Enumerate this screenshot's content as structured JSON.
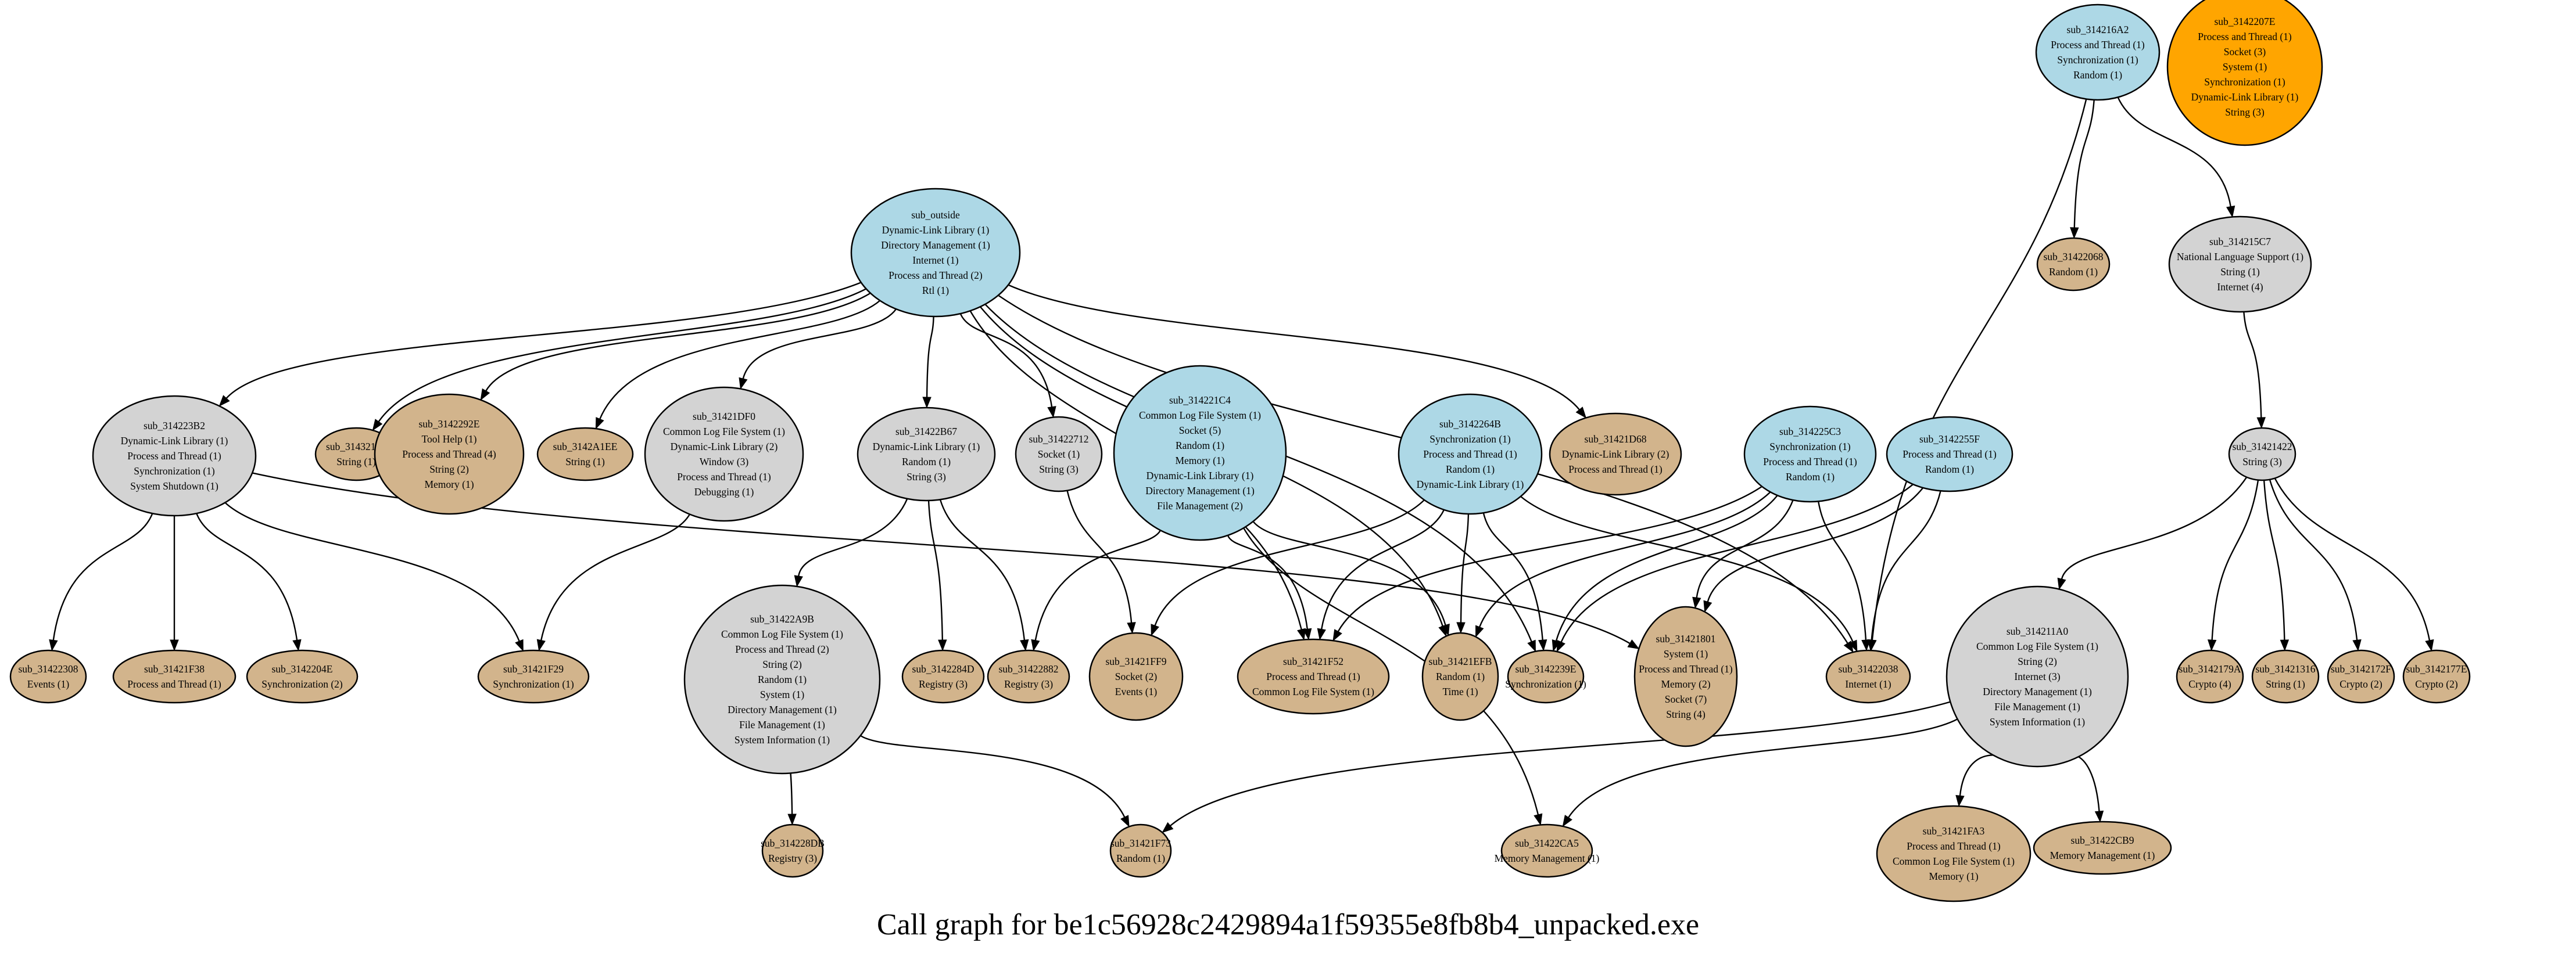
{
  "title": "Call graph for be1c56928c2429894a1f59355e8fb8b4_unpacked.exe",
  "colors": {
    "entry": "#add8e6",
    "internal": "#d3d3d3",
    "leaf": "#d2b48c",
    "isolated": "#ffa500",
    "edge": "#000000",
    "background": "#ffffff"
  },
  "nodes": [
    {
      "id": "sub_outside",
      "kind": "entry",
      "lines": [
        "Dynamic-Link Library (1)",
        "Directory Management (1)",
        "Internet (1)",
        "Process and Thread (2)",
        "Rtl (1)"
      ]
    },
    {
      "id": "sub_314223B2",
      "kind": "internal",
      "lines": [
        "Dynamic-Link Library (1)",
        "Process and Thread (1)",
        "Synchronization (1)",
        "System Shutdown (1)"
      ]
    },
    {
      "id": "sub_314321F3",
      "kind": "leaf",
      "lines": [
        "String (1)"
      ]
    },
    {
      "id": "sub_3142292E",
      "kind": "leaf",
      "lines": [
        "Tool Help (1)",
        "Process and Thread (4)",
        "String (2)",
        "Memory (1)"
      ]
    },
    {
      "id": "sub_3142A1EE",
      "kind": "leaf",
      "lines": [
        "String (1)"
      ]
    },
    {
      "id": "sub_31421DF0",
      "kind": "internal",
      "lines": [
        "Common Log File System (1)",
        "Dynamic-Link Library (2)",
        "Window (3)",
        "Process and Thread (1)",
        "Debugging (1)"
      ]
    },
    {
      "id": "sub_31422B67",
      "kind": "internal",
      "lines": [
        "Dynamic-Link Library (1)",
        "Random (1)",
        "String (3)"
      ]
    },
    {
      "id": "sub_31422712",
      "kind": "internal",
      "lines": [
        "Socket (1)",
        "String (3)"
      ]
    },
    {
      "id": "sub_314221C4",
      "kind": "entry",
      "lines": [
        "Common Log File System (1)",
        "Socket (5)",
        "Random (1)",
        "Memory (1)",
        "Dynamic-Link Library (1)",
        "Directory Management (1)",
        "File Management (2)"
      ]
    },
    {
      "id": "sub_3142264B",
      "kind": "entry",
      "lines": [
        "Synchronization (1)",
        "Process and Thread (1)",
        "Random (1)",
        "Dynamic-Link Library (1)"
      ]
    },
    {
      "id": "sub_31421D68",
      "kind": "leaf",
      "lines": [
        "Dynamic-Link Library (2)",
        "Process and Thread (1)"
      ]
    },
    {
      "id": "sub_314225C3",
      "kind": "entry",
      "lines": [
        "Synchronization (1)",
        "Process and Thread (1)",
        "Random (1)"
      ]
    },
    {
      "id": "sub_3142255F",
      "kind": "entry",
      "lines": [
        "Process and Thread (1)",
        "Random (1)"
      ]
    },
    {
      "id": "sub_314216A2",
      "kind": "entry",
      "lines": [
        "Process and Thread (1)",
        "Synchronization (1)",
        "Random (1)"
      ]
    },
    {
      "id": "sub_3142207E",
      "kind": "isolated",
      "lines": [
        "Process and Thread (1)",
        "Socket (3)",
        "System (1)",
        "Synchronization (1)",
        "Dynamic-Link Library (1)",
        "String (3)"
      ]
    },
    {
      "id": "sub_31422068",
      "kind": "leaf",
      "lines": [
        "Random (1)"
      ]
    },
    {
      "id": "sub_314215C7",
      "kind": "internal",
      "lines": [
        "National Language Support (1)",
        "String (1)",
        "Internet (4)"
      ]
    },
    {
      "id": "sub_31421422",
      "kind": "internal",
      "lines": [
        "String (3)"
      ]
    },
    {
      "id": "sub_31422308",
      "kind": "leaf",
      "lines": [
        "Events (1)"
      ]
    },
    {
      "id": "sub_31421F38",
      "kind": "leaf",
      "lines": [
        "Process and Thread (1)"
      ]
    },
    {
      "id": "sub_3142204E",
      "kind": "leaf",
      "lines": [
        "Synchronization (2)"
      ]
    },
    {
      "id": "sub_31421F29",
      "kind": "leaf",
      "lines": [
        "Synchronization (1)"
      ]
    },
    {
      "id": "sub_31422A9B",
      "kind": "internal",
      "lines": [
        "Common Log File System (1)",
        "Process and Thread (2)",
        "String (2)",
        "Random (1)",
        "System (1)",
        "Directory Management (1)",
        "File Management (1)",
        "System Information (1)"
      ]
    },
    {
      "id": "sub_3142284D",
      "kind": "leaf",
      "lines": [
        "Registry (3)"
      ]
    },
    {
      "id": "sub_31422882",
      "kind": "leaf",
      "lines": [
        "Registry (3)"
      ]
    },
    {
      "id": "sub_31421FF9",
      "kind": "leaf",
      "lines": [
        "Socket (2)",
        "Events (1)"
      ]
    },
    {
      "id": "sub_31421F52",
      "kind": "leaf",
      "lines": [
        "Process and Thread (1)",
        "Common Log File System (1)"
      ]
    },
    {
      "id": "sub_31421EFB",
      "kind": "leaf",
      "lines": [
        "Random (1)",
        "Time (1)"
      ]
    },
    {
      "id": "sub_3142239E",
      "kind": "leaf",
      "lines": [
        "Synchronization (1)"
      ]
    },
    {
      "id": "sub_31421801",
      "kind": "leaf",
      "lines": [
        "System (1)",
        "Process and Thread (1)",
        "Memory (2)",
        "Socket (7)",
        "String (4)"
      ]
    },
    {
      "id": "sub_31422038",
      "kind": "leaf",
      "lines": [
        "Internet (1)"
      ]
    },
    {
      "id": "sub_314211A0",
      "kind": "internal",
      "lines": [
        "Common Log File System (1)",
        "String (2)",
        "Internet (3)",
        "Directory Management (1)",
        "File Management (1)",
        "System Information (1)"
      ]
    },
    {
      "id": "sub_3142179A",
      "kind": "leaf",
      "lines": [
        "Crypto (4)"
      ]
    },
    {
      "id": "sub_31421316",
      "kind": "leaf",
      "lines": [
        "String (1)"
      ]
    },
    {
      "id": "sub_3142172F",
      "kind": "leaf",
      "lines": [
        "Crypto (2)"
      ]
    },
    {
      "id": "sub_3142177E",
      "kind": "leaf",
      "lines": [
        "Crypto (2)"
      ]
    },
    {
      "id": "sub_314228DB",
      "kind": "leaf",
      "lines": [
        "Registry (3)"
      ]
    },
    {
      "id": "sub_31421F73",
      "kind": "leaf",
      "lines": [
        "Random (1)"
      ]
    },
    {
      "id": "sub_31422CA5",
      "kind": "leaf",
      "lines": [
        "Memory Management (1)"
      ]
    },
    {
      "id": "sub_31421FA3",
      "kind": "leaf",
      "lines": [
        "Process and Thread (1)",
        "Common Log File System (1)",
        "Memory (1)"
      ]
    },
    {
      "id": "sub_31422CB9",
      "kind": "leaf",
      "lines": [
        "Memory Management (1)"
      ]
    }
  ],
  "edges": [
    [
      "sub_outside",
      "sub_314223B2"
    ],
    [
      "sub_outside",
      "sub_314321F3"
    ],
    [
      "sub_outside",
      "sub_3142292E"
    ],
    [
      "sub_outside",
      "sub_3142A1EE"
    ],
    [
      "sub_outside",
      "sub_31421DF0"
    ],
    [
      "sub_outside",
      "sub_31422B67"
    ],
    [
      "sub_outside",
      "sub_31422712"
    ],
    [
      "sub_outside",
      "sub_31421F52"
    ],
    [
      "sub_outside",
      "sub_31421EFB"
    ],
    [
      "sub_outside",
      "sub_3142239E"
    ],
    [
      "sub_outside",
      "sub_31421D68"
    ],
    [
      "sub_outside",
      "sub_31422038"
    ],
    [
      "sub_314223B2",
      "sub_31422308"
    ],
    [
      "sub_314223B2",
      "sub_31421F38"
    ],
    [
      "sub_314223B2",
      "sub_3142204E"
    ],
    [
      "sub_314223B2",
      "sub_31421F29"
    ],
    [
      "sub_314223B2",
      "sub_31421801"
    ],
    [
      "sub_31421DF0",
      "sub_31421F29"
    ],
    [
      "sub_31422B67",
      "sub_31422A9B"
    ],
    [
      "sub_31422B67",
      "sub_3142284D"
    ],
    [
      "sub_31422B67",
      "sub_31422882"
    ],
    [
      "sub_31422712",
      "sub_31421FF9"
    ],
    [
      "sub_314221C4",
      "sub_31422882"
    ],
    [
      "sub_314221C4",
      "sub_31421F52"
    ],
    [
      "sub_314221C4",
      "sub_31421EFB"
    ],
    [
      "sub_314221C4",
      "sub_31422CA5"
    ],
    [
      "sub_3142264B",
      "sub_31421FF9"
    ],
    [
      "sub_3142264B",
      "sub_31421F52"
    ],
    [
      "sub_3142264B",
      "sub_31421EFB"
    ],
    [
      "sub_3142264B",
      "sub_3142239E"
    ],
    [
      "sub_3142264B",
      "sub_31422038"
    ],
    [
      "sub_314225C3",
      "sub_31421F52"
    ],
    [
      "sub_314225C3",
      "sub_31421EFB"
    ],
    [
      "sub_314225C3",
      "sub_3142239E"
    ],
    [
      "sub_314225C3",
      "sub_31421801"
    ],
    [
      "sub_314225C3",
      "sub_31422038"
    ],
    [
      "sub_3142255F",
      "sub_3142239E"
    ],
    [
      "sub_3142255F",
      "sub_31421801"
    ],
    [
      "sub_3142255F",
      "sub_31422038"
    ],
    [
      "sub_314216A2",
      "sub_31422068"
    ],
    [
      "sub_314216A2",
      "sub_31422038"
    ],
    [
      "sub_314216A2",
      "sub_314215C7"
    ],
    [
      "sub_314215C7",
      "sub_31421422"
    ],
    [
      "sub_31421422",
      "sub_314211A0"
    ],
    [
      "sub_31421422",
      "sub_3142179A"
    ],
    [
      "sub_31421422",
      "sub_31421316"
    ],
    [
      "sub_31421422",
      "sub_3142172F"
    ],
    [
      "sub_31421422",
      "sub_3142177E"
    ],
    [
      "sub_31422A9B",
      "sub_314228DB"
    ],
    [
      "sub_31422A9B",
      "sub_31421F73"
    ],
    [
      "sub_314211A0",
      "sub_31421F73"
    ],
    [
      "sub_314211A0",
      "sub_31422CA5"
    ],
    [
      "sub_314211A0",
      "sub_31421FA3"
    ],
    [
      "sub_314211A0",
      "sub_31422CB9"
    ]
  ]
}
